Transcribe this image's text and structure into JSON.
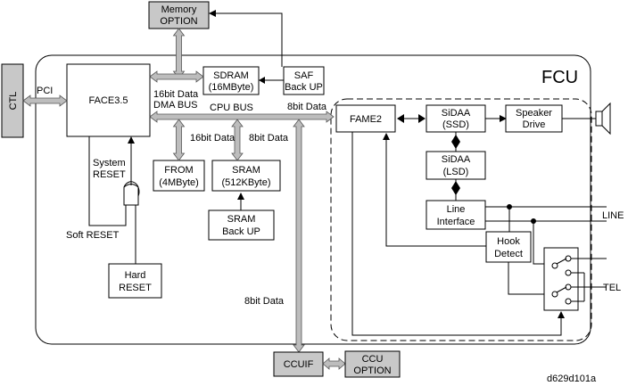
{
  "title": "FCU",
  "figure_id": "d629d101a",
  "blocks": {
    "memory_option": [
      "Memory",
      "OPTION"
    ],
    "ctl": "CTL",
    "face": "FACE3.5",
    "sdram": [
      "SDRAM",
      "(16MByte)"
    ],
    "saf_backup": [
      "SAF",
      "Back UP"
    ],
    "from": [
      "FROM",
      "(4MByte)"
    ],
    "sram": [
      "SRAM",
      "(512KByte)"
    ],
    "sram_backup": [
      "SRAM",
      "Back UP"
    ],
    "hard_reset": [
      "Hard",
      "RESET"
    ],
    "fame2": "FAME2",
    "sidaa_ssd": [
      "SiDAA",
      "(SSD)"
    ],
    "sidaa_lsd": [
      "SiDAA",
      "(LSD)"
    ],
    "speaker_drive": [
      "Speaker",
      "Drive"
    ],
    "line_interface": [
      "Line",
      "Interface"
    ],
    "hook_detect": [
      "Hook",
      "Detect"
    ],
    "ccuif": "CCUIF",
    "ccu_option": [
      "CCU",
      "OPTION"
    ]
  },
  "labels": {
    "pci": "PCI",
    "dma_bus": [
      "16bit Data",
      "DMA BUS"
    ],
    "cpu_bus": "CPU BUS",
    "data_8bit_top": "8bit Data",
    "data_16bit": "16bit Data",
    "data_8bit_sram": "8bit Data",
    "data_8bit_vertical": "8bit Data",
    "system_reset": [
      "System",
      "RESET"
    ],
    "soft_reset": "Soft RESET",
    "line": "LINE",
    "tel": "TEL"
  }
}
